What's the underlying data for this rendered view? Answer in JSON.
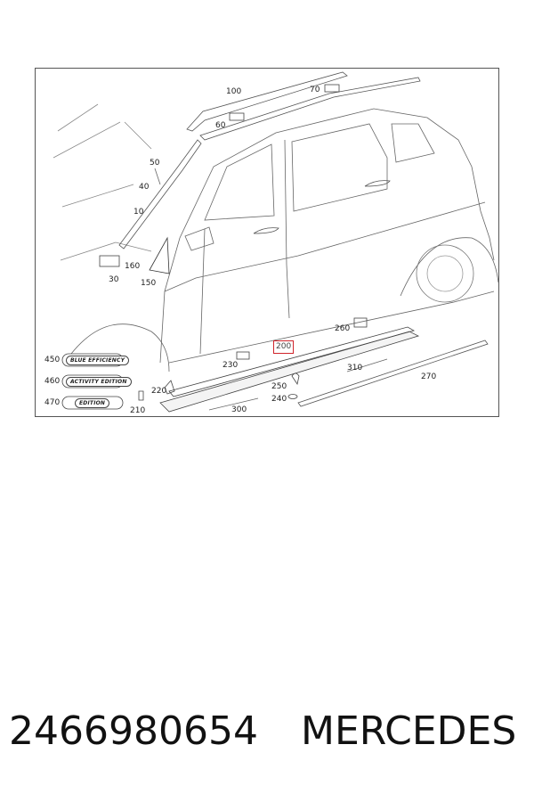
{
  "callouts": {
    "c100": "100",
    "c70": "70",
    "c60": "60",
    "c50": "50",
    "c40": "40",
    "c10": "10",
    "c160": "160",
    "c30": "30",
    "c150": "150",
    "c260": "260",
    "c200": "200",
    "c230": "230",
    "c310": "310",
    "c270": "270",
    "c450": "450",
    "c460": "460",
    "c470": "470",
    "c220": "220",
    "c250": "250",
    "c240": "240",
    "c210": "210",
    "c300": "300"
  },
  "badges": {
    "blue_efficiency": "BLUE EFFICIENCY",
    "activity_edition": "ACTIVITY EDITION",
    "edition": "EDITION"
  },
  "footer": {
    "part_number": "2466980654",
    "brand": "MERCEDES"
  },
  "colors": {
    "highlight": "#d0242b",
    "line": "#555555"
  }
}
